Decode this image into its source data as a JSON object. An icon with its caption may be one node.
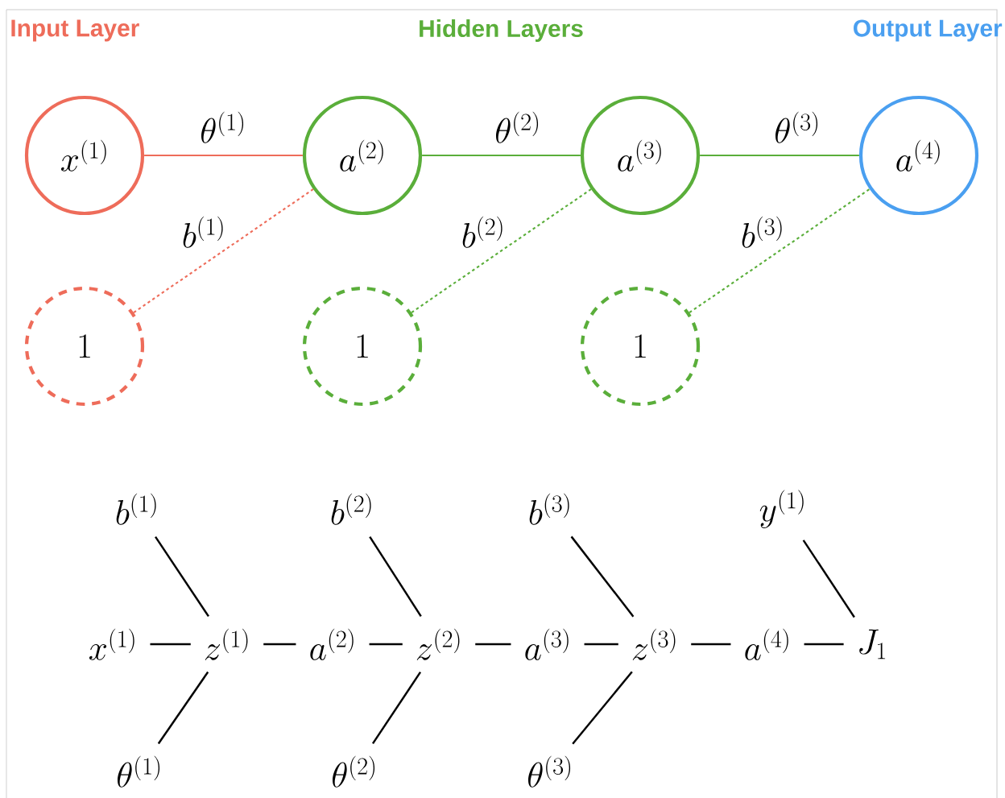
{
  "diagram": {
    "nodes": [
      {
        "text": [
          "x^{(1)}"
        ]
      },
      {
        "text": [
          "a^{(2)}"
        ]
      },
      {
        "text": [
          "a^{(3)}"
        ]
      },
      {
        "text": [
          "a^{(4)}"
        ]
      },
      {
        "text": [
          "1"
        ]
      },
      {
        "text": [
          "1"
        ]
      },
      {
        "text": [
          "1"
        ]
      },
      {
        "text": [
          "b^{(1)}"
        ]
      },
      {
        "text": [
          "b^{(2)}"
        ]
      },
      {
        "text": [
          "b^{(3)}"
        ]
      },
      {
        "text": [
          "y^{(1)}"
        ]
      },
      {
        "text": [
          "x^{(1)}"
        ]
      },
      {
        "text": [
          "z^{(1)}"
        ]
      },
      {
        "text": [
          "a^{(2)}"
        ]
      },
      {
        "text": [
          "z^{(2)}"
        ]
      },
      {
        "text": [
          "a^{(3)}"
        ]
      },
      {
        "text": [
          "z^{(3)}"
        ]
      },
      {
        "text": [
          "a^{(4)}"
        ]
      },
      {
        "text": [
          "J_1"
        ]
      },
      {
        "text": [
          "\\theta^{(1)}"
        ]
      },
      {
        "text": [
          "\\theta^{(2)}"
        ]
      },
      {
        "text": [
          "\\theta^{(3)}"
        ]
      }
    ],
    "edges": [
      {
        "from": 0,
        "to": 1,
        "arrow": "none",
        "label": "\\theta^{(1)}",
        "color": "#ee6c5a"
      },
      {
        "from": 1,
        "to": 2,
        "arrow": "none",
        "label": "\\theta^{(2)}",
        "color": "#5aae3a"
      },
      {
        "from": 2,
        "to": 3,
        "arrow": "none",
        "label": "\\theta^{(3)}",
        "color": "#5aae3a"
      },
      {
        "from": 4,
        "to": 1,
        "arrow": "none",
        "label": "b^{(1)}",
        "style": "dashed",
        "color": "#ee6c5a"
      },
      {
        "from": 5,
        "to": 2,
        "arrow": "none",
        "label": "b^{(2)}",
        "style": "dashed",
        "color": "#5aae3a"
      },
      {
        "from": 6,
        "to": 3,
        "arrow": "none",
        "label": "b^{(3)}",
        "style": "dashed",
        "color": "#5aae3a"
      },
      {
        "from": 7,
        "to": 12,
        "arrow": "none"
      },
      {
        "from": 11,
        "to": 12,
        "arrow": "none"
      },
      {
        "from": 19,
        "to": 12,
        "arrow": "none"
      },
      {
        "from": 12,
        "to": 13,
        "arrow": "none"
      },
      {
        "from": 13,
        "to": 14,
        "arrow": "none"
      },
      {
        "from": 8,
        "to": 14,
        "arrow": "none"
      },
      {
        "from": 20,
        "to": 14,
        "arrow": "none"
      },
      {
        "from": 14,
        "to": 15,
        "arrow": "none"
      },
      {
        "from": 15,
        "to": 16,
        "arrow": "none"
      },
      {
        "from": 9,
        "to": 16,
        "arrow": "none"
      },
      {
        "from": 21,
        "to": 16,
        "arrow": "none"
      },
      {
        "from": 16,
        "to": 17,
        "arrow": "none"
      },
      {
        "from": 17,
        "to": 18,
        "arrow": "none"
      },
      {
        "from": 10,
        "to": 18,
        "arrow": "none"
      }
    ],
    "labels": [
      "Input Layer",
      "Hidden Layers",
      "Output Layer"
    ]
  }
}
